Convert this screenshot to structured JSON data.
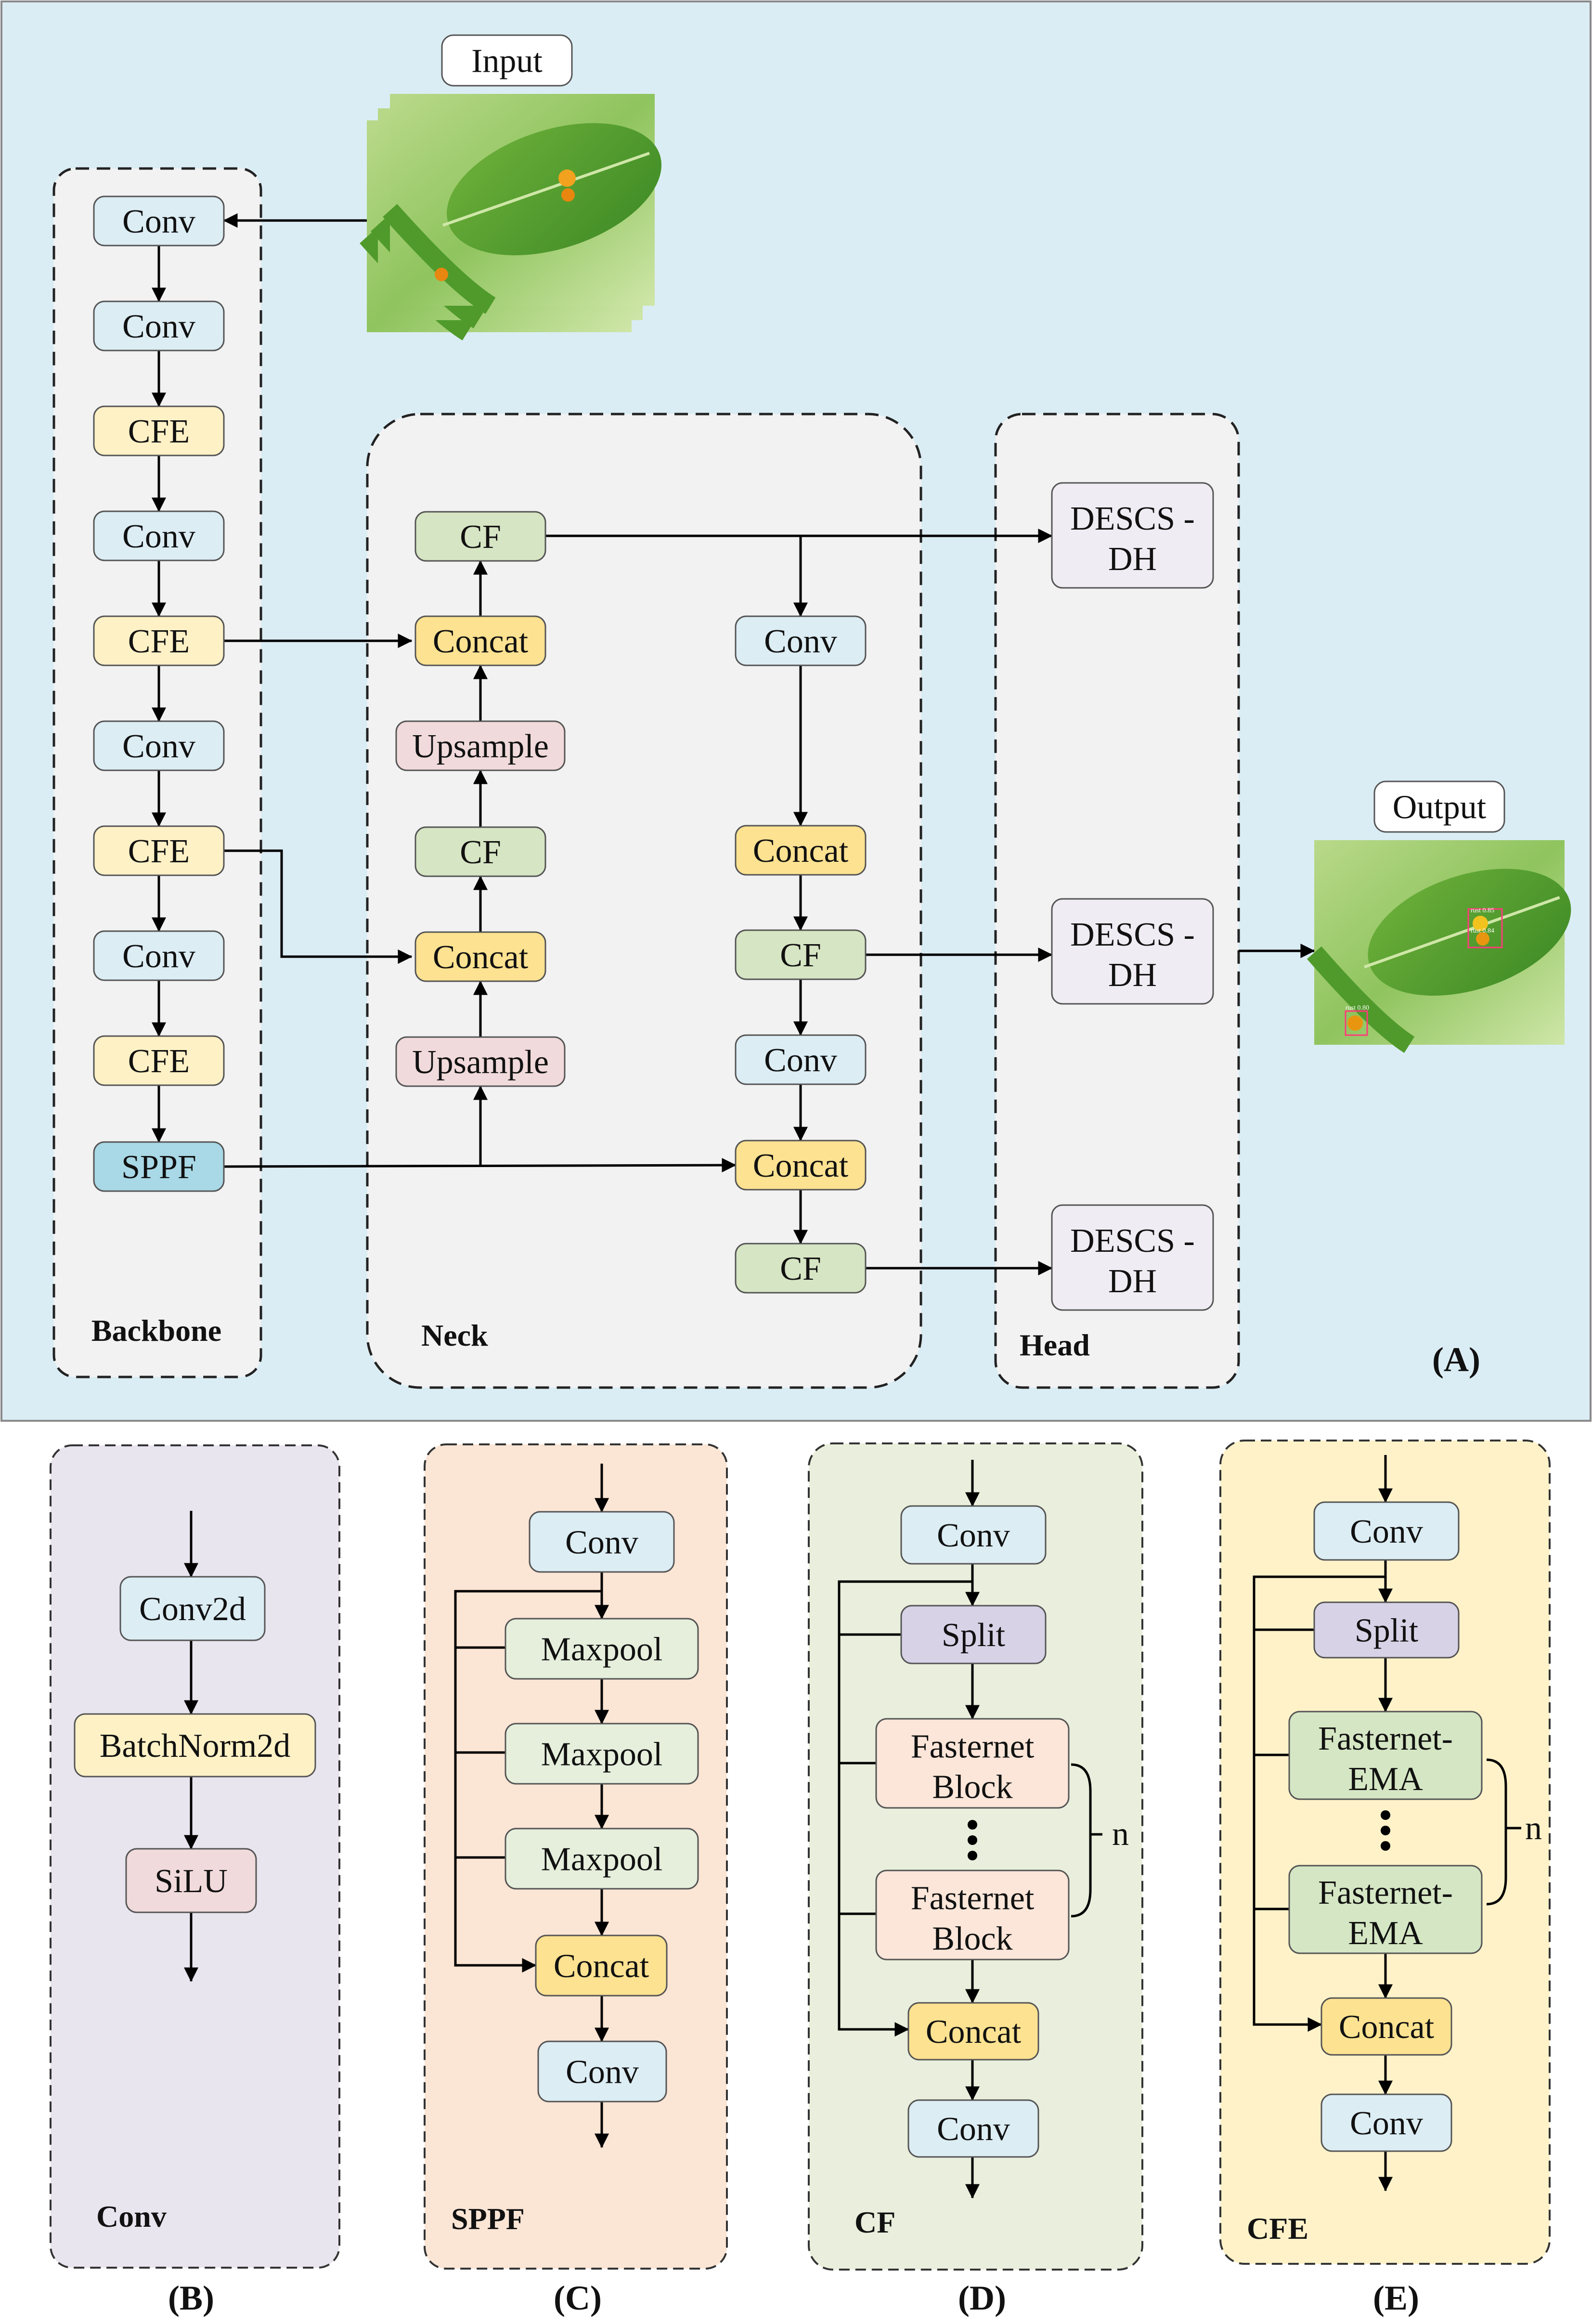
{
  "colors": {
    "main_panel": "#dbedf4",
    "container": "#f2f2f2",
    "conv": "#dcedf4",
    "cfe": "#fff1c6",
    "cf": "#d6e5c3",
    "concat": "#fde291",
    "upsample": "#f1dadb",
    "sppf": "#a9d8e6",
    "desc": "#efedf3",
    "maxpool": "#e5efdc",
    "split": "#d8d2e7",
    "fblock": "#fbe6d9",
    "femablock": "#d5e6c4",
    "panel_b": "#e9e5ef",
    "panel_c": "#fbe5d5",
    "panel_d": "#e9efdc",
    "panel_e": "#fff2c9"
  },
  "icons": [
    "leaf-image",
    "leaf-detection-image"
  ],
  "main": {
    "panel_label": "(A)",
    "input_label": "Input",
    "output_label": "Output",
    "output_detections": [
      "rust 0.85",
      "rust 0.84",
      "rust 0.80"
    ],
    "backbone": {
      "title": "Backbone",
      "blocks": [
        "Conv",
        "Conv",
        "CFE",
        "Conv",
        "CFE",
        "Conv",
        "CFE",
        "Conv",
        "CFE",
        "SPPF"
      ]
    },
    "neck": {
      "title": "Neck",
      "left_column": [
        "CF",
        "Concat",
        "Upsample",
        "CF",
        "Concat",
        "Upsample"
      ],
      "right_column": [
        "Conv",
        "Concat",
        "CF",
        "Conv",
        "Concat",
        "CF"
      ]
    },
    "head": {
      "title": "Head",
      "blocks": [
        {
          "line1": "DESCS -",
          "line2": "DH"
        },
        {
          "line1": "DESCS -",
          "line2": "DH"
        },
        {
          "line1": "DESCS -",
          "line2": "DH"
        }
      ]
    }
  },
  "panel_b": {
    "label": "(B)",
    "title": "Conv",
    "blocks": [
      "Conv2d",
      "BatchNorm2d",
      "SiLU"
    ]
  },
  "panel_c": {
    "label": "(C)",
    "title": "SPPF",
    "blocks": [
      "Conv",
      "Maxpool",
      "Maxpool",
      "Maxpool",
      "Concat",
      "Conv"
    ]
  },
  "panel_d": {
    "label": "(D)",
    "title": "CF",
    "conv_top": "Conv",
    "split": "Split",
    "block1": {
      "line1": "Fasternet",
      "line2": "Block"
    },
    "block2": {
      "line1": "Fasternet",
      "line2": "Block"
    },
    "concat": "Concat",
    "conv_bottom": "Conv",
    "repeat": "n"
  },
  "panel_e": {
    "label": "(E)",
    "title": "CFE",
    "conv_top": "Conv",
    "split": "Split",
    "block1": {
      "line1": "Fasternet-",
      "line2": "EMA"
    },
    "block2": {
      "line1": "Fasternet-",
      "line2": "EMA"
    },
    "concat": "Concat",
    "conv_bottom": "Conv",
    "repeat": "n"
  }
}
